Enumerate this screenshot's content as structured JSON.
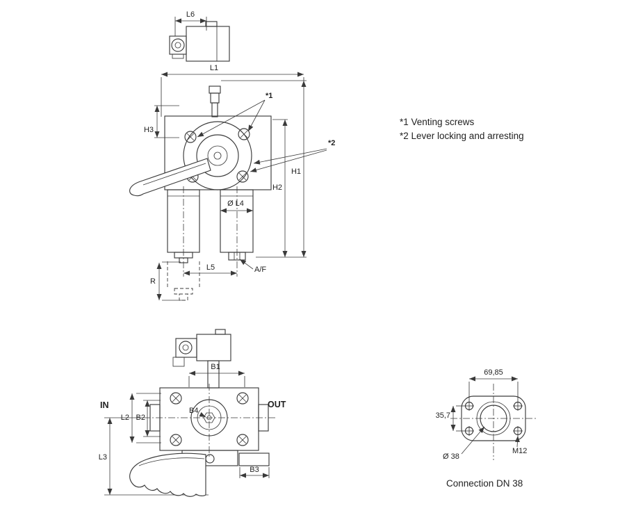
{
  "detail_view": {
    "l6": "L6"
  },
  "front_view": {
    "l1": "L1",
    "h1": "H1",
    "h2": "H2",
    "h3": "H3",
    "dia_l4": "Ø L4",
    "l5": "L5",
    "af": "A/F",
    "r": "R",
    "ref1": "*1",
    "ref2": "*2"
  },
  "notes": {
    "note1": "*1 Venting screws",
    "note2": "*2 Lever locking and arresting"
  },
  "plan_view": {
    "in_label": "IN",
    "out_label": "OUT",
    "b1": "B1",
    "b2": "B2",
    "b3": "B3",
    "b4": "B4",
    "l2": "L2",
    "l3": "L3"
  },
  "flange_view": {
    "bolt_spacing_horizontal": "69,85",
    "bolt_spacing_vertical": "35,7",
    "thread": "M12",
    "bore_diameter": "Ø 38",
    "caption": "Connection DN 38"
  },
  "colors": {
    "line": "#3a3a3a",
    "text": "#1f1f1f",
    "background": "#ffffff"
  }
}
